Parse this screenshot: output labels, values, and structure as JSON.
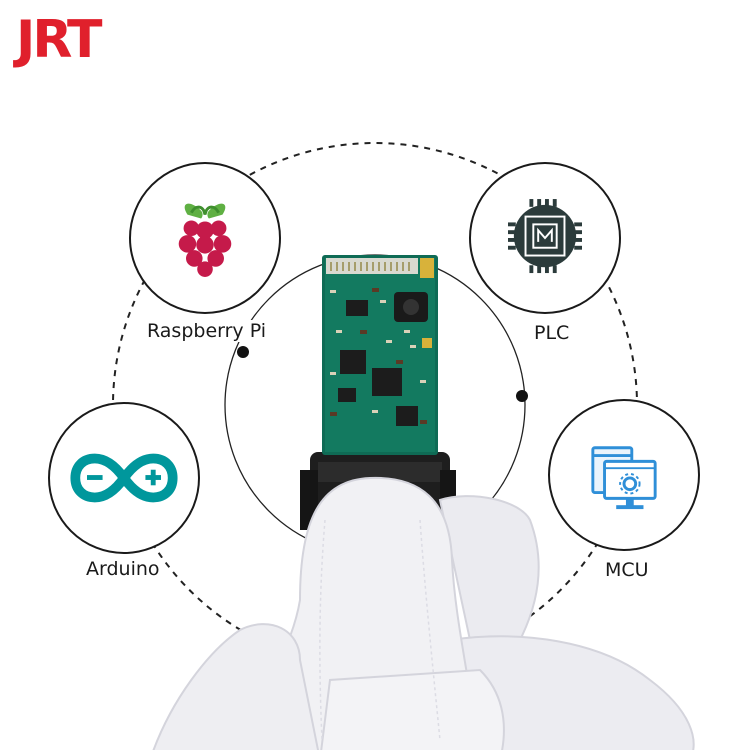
{
  "brand": {
    "logo_text": "JRT",
    "logo_color": "#e0202c"
  },
  "platforms": [
    {
      "label": "Raspberry Pi",
      "icon": "raspberry-pi-icon",
      "color": "#c51a4a"
    },
    {
      "label": "PLC",
      "icon": "plc-chip-icon",
      "color": "#2b3b3b"
    },
    {
      "label": "Arduino",
      "icon": "arduino-icon",
      "color": "#00979c"
    },
    {
      "label": "MCU",
      "icon": "mcu-monitor-icon",
      "color": "#2f8fd8"
    }
  ],
  "product": {
    "description_icon": "laser-sensor-module",
    "board_color": "#0f6b55",
    "glove_color": "#f1f1f4"
  }
}
